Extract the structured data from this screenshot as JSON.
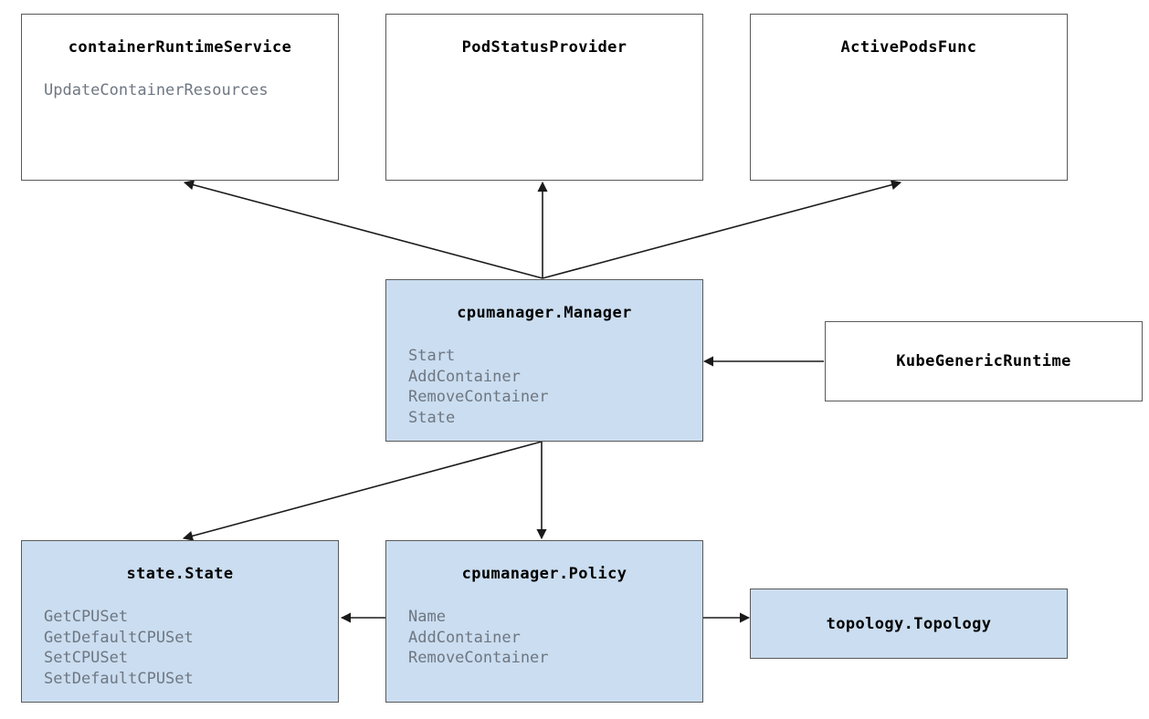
{
  "diagram": {
    "kind": "uml-class-diagram",
    "accent_fill": "#cbddf0",
    "border_color": "#595959",
    "member_text_color": "#6e7782",
    "nodes": [
      {
        "id": "containerRuntimeService",
        "title": "containerRuntimeService",
        "members": [
          "UpdateContainerResources"
        ]
      },
      {
        "id": "podStatusProvider",
        "title": "PodStatusProvider",
        "members": []
      },
      {
        "id": "activePodsFunc",
        "title": "ActivePodsFunc",
        "members": []
      },
      {
        "id": "cpumanagerManager",
        "title": "cpumanager.Manager",
        "members": [
          "Start",
          "AddContainer",
          "RemoveContainer",
          "State"
        ]
      },
      {
        "id": "kubeGenericRuntime",
        "title": "KubeGenericRuntime",
        "members": []
      },
      {
        "id": "stateState",
        "title": "state.State",
        "members": [
          "GetCPUSet",
          "GetDefaultCPUSet",
          "SetCPUSet",
          "SetDefaultCPUSet"
        ]
      },
      {
        "id": "cpumanagerPolicy",
        "title": "cpumanager.Policy",
        "members": [
          "Name",
          "AddContainer",
          "RemoveContainer"
        ]
      },
      {
        "id": "topologyTopology",
        "title": "topology.Topology",
        "members": []
      }
    ],
    "edges": [
      {
        "from": "cpumanagerManager",
        "to": "containerRuntimeService"
      },
      {
        "from": "cpumanagerManager",
        "to": "podStatusProvider"
      },
      {
        "from": "cpumanagerManager",
        "to": "activePodsFunc"
      },
      {
        "from": "kubeGenericRuntime",
        "to": "cpumanagerManager"
      },
      {
        "from": "cpumanagerManager",
        "to": "stateState"
      },
      {
        "from": "cpumanagerManager",
        "to": "cpumanagerPolicy"
      },
      {
        "from": "cpumanagerPolicy",
        "to": "stateState"
      },
      {
        "from": "cpumanagerPolicy",
        "to": "topologyTopology"
      }
    ]
  }
}
